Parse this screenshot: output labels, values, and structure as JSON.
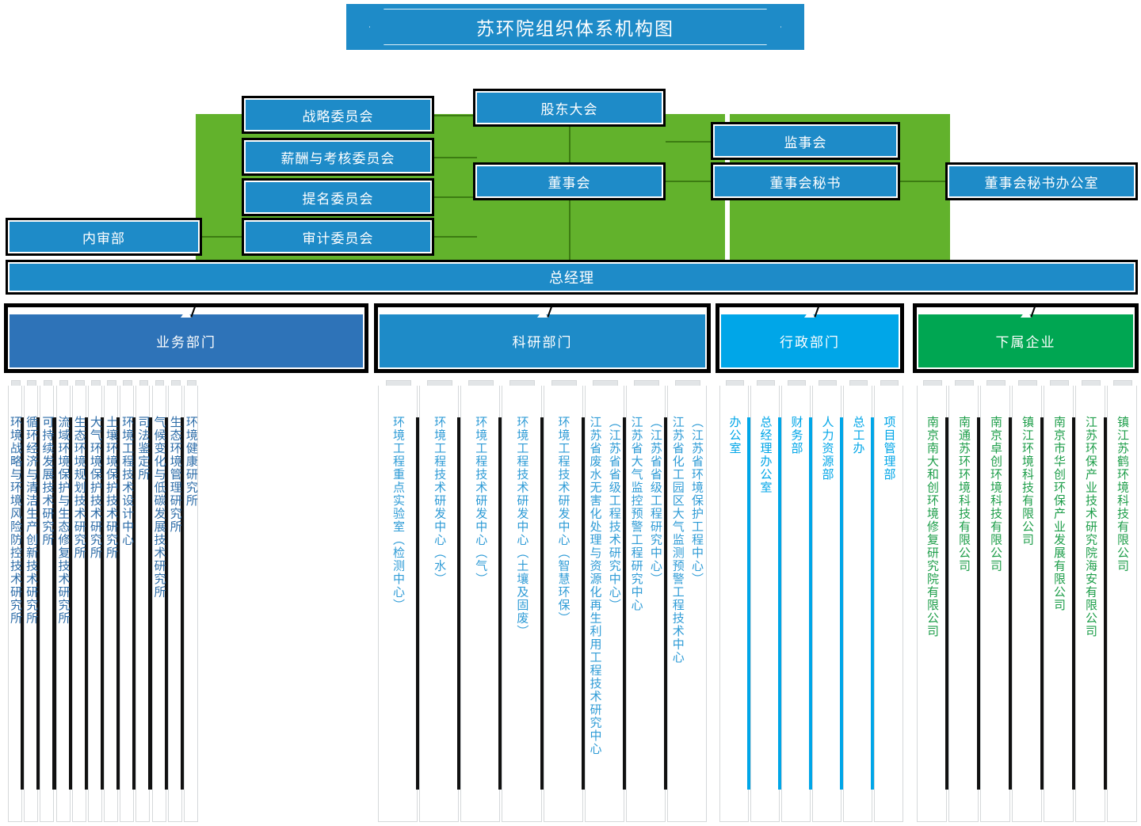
{
  "title": "苏环院组织体系机构图",
  "colors": {
    "blue": "#1E8BC8",
    "green_band": "#62B22C",
    "business": "#2E73B8",
    "research": "#1E8BC8",
    "admin": "#00A6E8",
    "subsidiary": "#00A652",
    "business_text": "#2E6DA8",
    "research_text": "#2E9BD6",
    "admin_text": "#00A6E8",
    "subsidiary_text": "#1E9E4A"
  },
  "governance": {
    "committees": [
      {
        "label": "战略委员会"
      },
      {
        "label": "薪酬与考核委员会"
      },
      {
        "label": "提名委员会"
      },
      {
        "label": "审计委员会"
      }
    ],
    "shareholders": {
      "label": "股东大会"
    },
    "board": {
      "label": "董事会"
    },
    "supervisors": {
      "label": "监事会"
    },
    "board_secretary": {
      "label": "董事会秘书"
    },
    "board_secretary_office": {
      "label": "董事会秘书办公室"
    },
    "internal_audit": {
      "label": "内审部"
    },
    "general_manager": {
      "label": "总经理"
    }
  },
  "categories": [
    {
      "id": "business",
      "label": "业务部门",
      "color": "#2E73B8",
      "text_color": "#2E6DA8",
      "accent": "#111111",
      "items": [
        "环境战略与环境风险防控技术研究所",
        "循环经济与清洁生产创新技术研究所",
        "可持续发展技术研究所",
        "流域环境保护与生态修复技术研究所",
        "生态环境规划技术研究所",
        "大气环境保护技术研究所",
        "土壤环境保护技术研究所",
        "环境工程技术设计中心",
        "司法鉴定所",
        "气候变化与低碳发展技术研究所",
        "生态环境管理研究所",
        "环境健康研究所"
      ]
    },
    {
      "id": "research",
      "label": "科研部门",
      "color": "#1E8BC8",
      "text_color": "#2E9BD6",
      "accent": "#111111",
      "items": [
        "环境工程重点实验室（检测中心）",
        "环境工程技术研发中心（水）",
        "环境工程技术研发中心（气）",
        "环境工程技术研发中心（土壤及固废）",
        "环境工程技术研发中心（智慧环保）",
        "江苏省废水无害化处理与资源化再生利用工程技术研究中心",
        "江苏省大气监控预警工程研究中心",
        "江苏省化工园区大气监测预警工程技术中心"
      ],
      "sub_items": [
        "",
        "",
        "",
        "",
        "",
        "（江苏省省级工程技术研究中心）",
        "（江苏省省级工程研究中心）",
        "（江苏省环境保护工程中心）"
      ]
    },
    {
      "id": "admin",
      "label": "行政部门",
      "color": "#00A6E8",
      "text_color": "#00A6E8",
      "accent": "#00A6E8",
      "items": [
        "办公室",
        "总经理办公室",
        "财务部",
        "人力资源部",
        "总工办",
        "项目管理部"
      ]
    },
    {
      "id": "subsidiary",
      "label": "下属企业",
      "color": "#00A652",
      "text_color": "#1E9E4A",
      "accent": "#111111",
      "items": [
        "南京南大和创环境修复研究院有限公司",
        "南通苏环环境科技有限公司",
        "南京卓创环境科技有限公司",
        "镇江环境科技有限公司",
        "南京市华创环保产业发展有限公司",
        "江苏环保产业技术研究院海安有限公司",
        "镇江苏鹤环境科技有限公司"
      ]
    }
  ]
}
